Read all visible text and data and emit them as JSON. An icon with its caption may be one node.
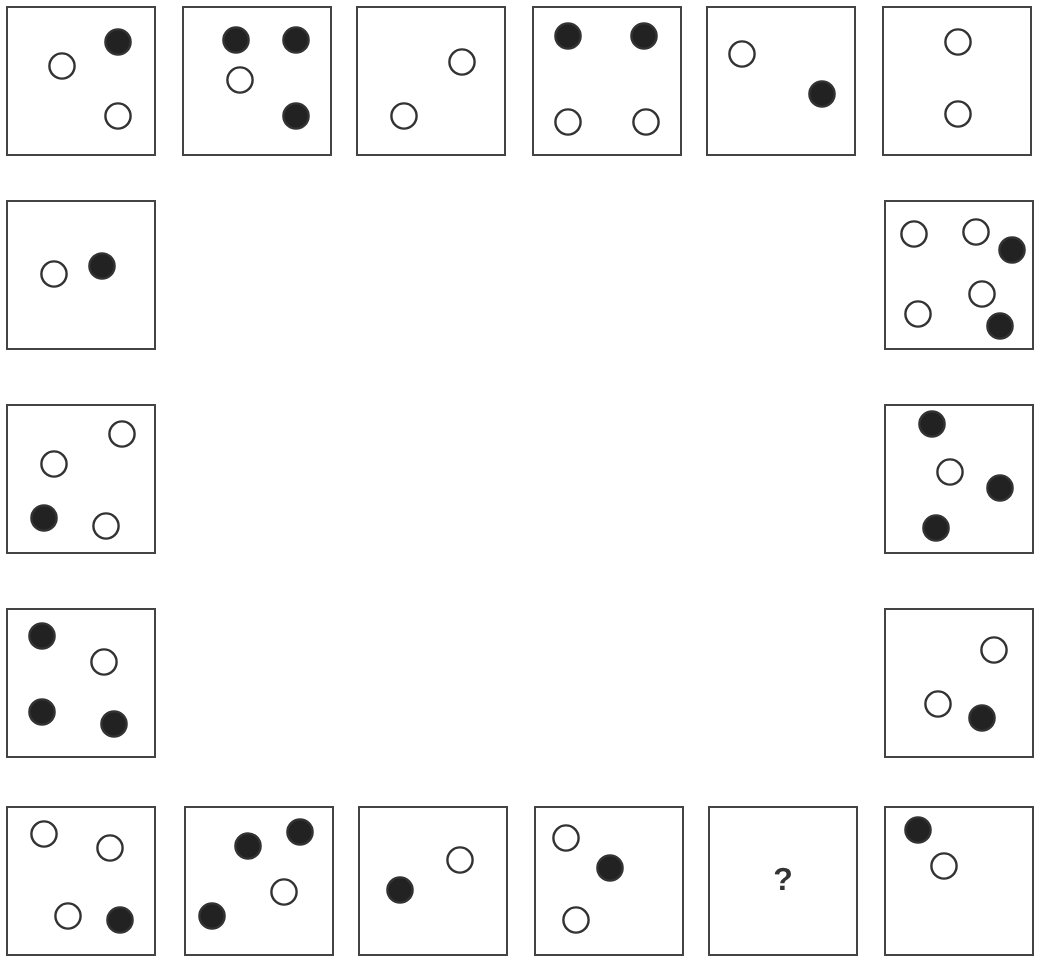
{
  "diagram": {
    "nodes": [
      {
        "text": [],
        "shape": "box"
      },
      {
        "text": [],
        "shape": "box"
      },
      {
        "text": [],
        "shape": "box"
      },
      {
        "text": [],
        "shape": "box"
      },
      {
        "text": [],
        "shape": "box"
      },
      {
        "text": [],
        "shape": "box"
      },
      {
        "text": [],
        "shape": "box"
      },
      {
        "text": [],
        "shape": "box"
      },
      {
        "text": [],
        "shape": "box"
      },
      {
        "text": [],
        "shape": "box"
      },
      {
        "text": [],
        "shape": "box"
      },
      {
        "text": [],
        "shape": "box"
      },
      {
        "text": [],
        "shape": "box"
      },
      {
        "text": [],
        "shape": "box"
      },
      {
        "text": [],
        "shape": "box"
      },
      {
        "text": [],
        "shape": "box"
      },
      {
        "text": [
          "?"
        ]
      },
      {
        "text": [],
        "shape": "box"
      }
    ]
  }
}
